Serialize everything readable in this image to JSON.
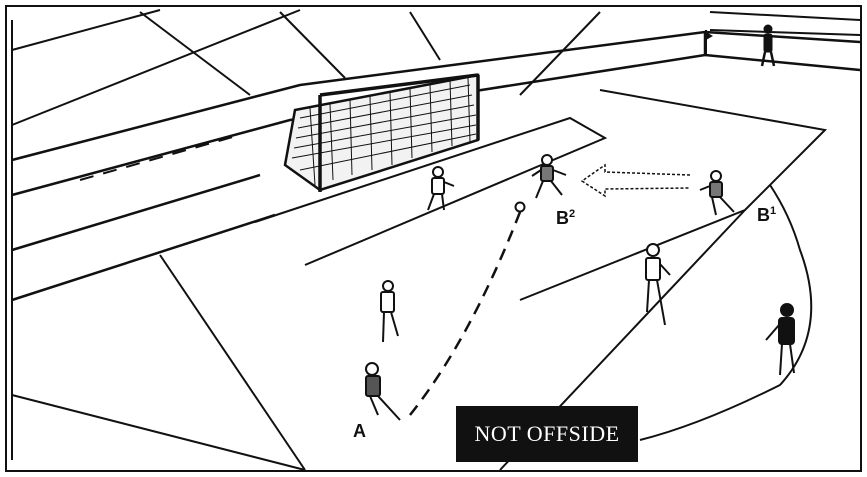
{
  "caption": "NOT OFFSIDE",
  "labels": {
    "a": "A",
    "b2": {
      "letter": "B",
      "sup": "2"
    },
    "b1": {
      "letter": "B",
      "sup": "1"
    }
  },
  "colors": {
    "ink": "#111111",
    "paper": "#ffffff"
  }
}
